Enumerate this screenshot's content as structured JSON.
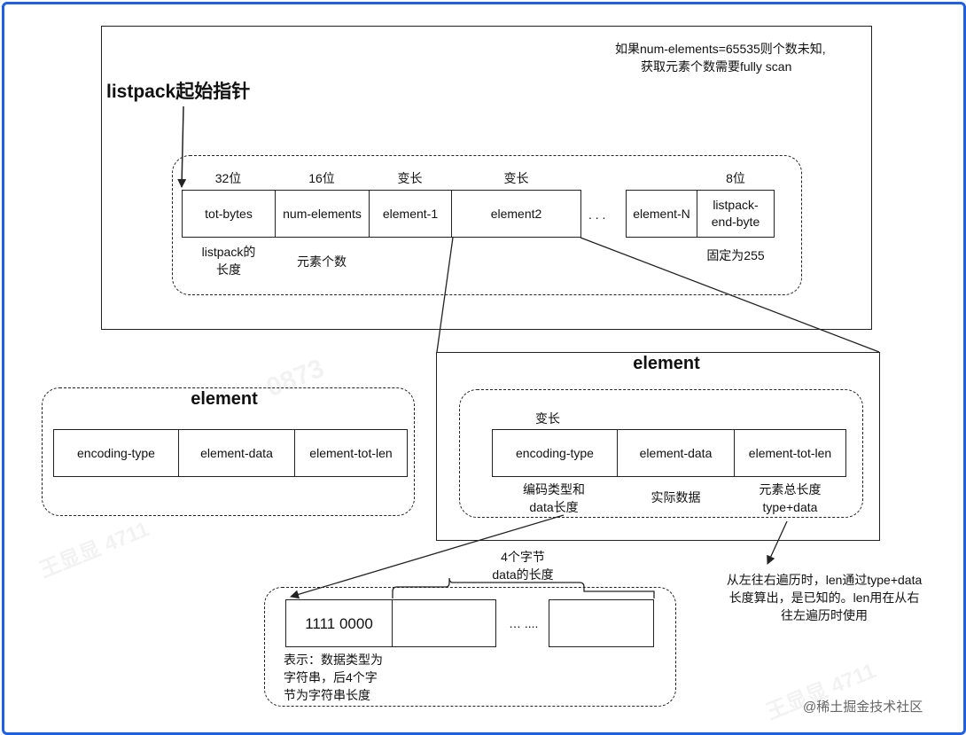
{
  "top": {
    "note_line1": "如果num-elements=65535则个数未知,",
    "note_line2": "获取元素个数需要fully scan",
    "pointer_label": "listpack起始指针",
    "widths": {
      "tot_bytes": "32位",
      "num_elements": "16位",
      "element1": "变长",
      "element2": "变长",
      "end_byte": "8位"
    },
    "cells": {
      "tot_bytes": "tot-bytes",
      "num_elements": "num-elements",
      "element1": "element-1",
      "element2": "element2",
      "ellipsis": ". . .",
      "elementN": "element-N",
      "end_byte_line1": "listpack-",
      "end_byte_line2": "end-byte"
    },
    "notes": {
      "tot_bytes_line1": "listpack的",
      "tot_bytes_line2": "长度",
      "num_elements": "元素个数",
      "end_byte": "固定为255"
    }
  },
  "left_element": {
    "title": "element",
    "cells": {
      "encoding": "encoding-type",
      "data": "element-data",
      "totlen": "element-tot-len"
    }
  },
  "right_element": {
    "title": "element",
    "width_label": "变长",
    "cells": {
      "encoding": "encoding-type",
      "data": "element-data",
      "totlen": "element-tot-len"
    },
    "notes": {
      "encoding_line1": "编码类型和",
      "encoding_line2": "data长度",
      "data": "实际数据",
      "totlen_line1": "元素总长度",
      "totlen_line2": "type+data"
    }
  },
  "len_note": {
    "line1": "从左往右遍历时，len通过type+data",
    "line2": "长度算出，是已知的。len用在从右",
    "line3": "往左遍历时使用"
  },
  "bytes_panel": {
    "brace_line1": "4个字节",
    "brace_line2": "data的长度",
    "first_cell": "1111 0000",
    "ellipsis": "… ....",
    "note_line1": "表示：数据类型为",
    "note_line2": "字符串，后4个字",
    "note_line3": "节为字符串长度"
  },
  "watermarks": {
    "name": "王显显 4711",
    "id": "0873",
    "footer": "@稀土掘金技术社区"
  },
  "colors": {
    "border": "#1f5fe0",
    "line": "#222222"
  }
}
